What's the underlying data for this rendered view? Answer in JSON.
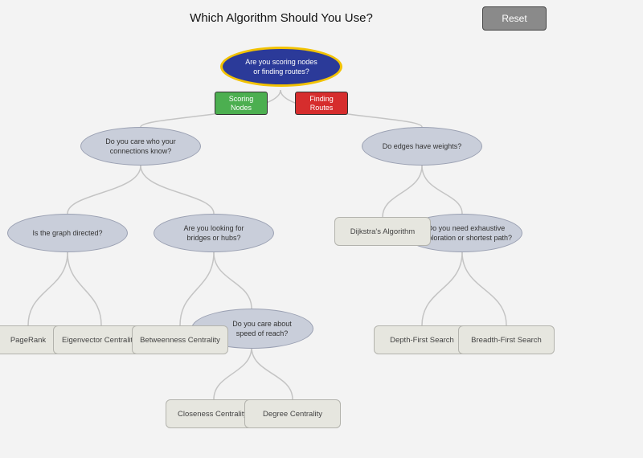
{
  "title": "Which Algorithm Should You Use?",
  "reset_label": "Reset",
  "colors": {
    "background": "#f3f3f3",
    "root_fill": "#2b3a99",
    "root_border": "#f2c200",
    "question_fill": "#c9ceda",
    "leaf_fill": "#e6e6df",
    "scoring_button": "#4caf50",
    "routes_button": "#d62d2d",
    "reset_button": "#8a8a8a",
    "edge": "#c4c4c4"
  },
  "choices": {
    "scoring": "Scoring\nNodes",
    "routes": "Finding\nRoutes"
  },
  "nodes": {
    "root": "Are you scoring nodes\nor finding routes?",
    "q_connections": "Do you care who your\nconnections know?",
    "q_weights": "Do edges have weights?",
    "q_directed": "Is the graph directed?",
    "q_bridges": "Are you looking for\nbridges or hubs?",
    "q_exhaustive": "Do you need exhaustive\nexploration or shortest path?",
    "q_speed": "Do you care about\nspeed of reach?"
  },
  "leaves": {
    "pagerank": "PageRank",
    "eigenvector": "Eigenvector Centrality",
    "betweenness": "Betweenness Centrality",
    "dijkstra": "Dijkstra's Algorithm",
    "dfs": "Depth-First Search",
    "bfs": "Breadth-First Search",
    "closeness": "Closeness Centrality",
    "degree": "Degree Centrality"
  }
}
